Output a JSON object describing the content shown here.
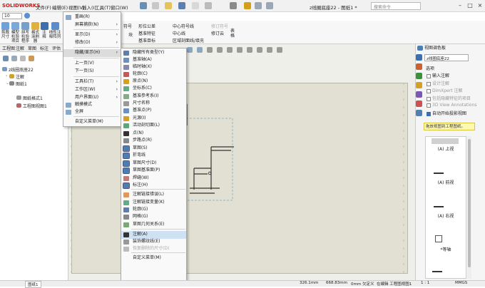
{
  "app": {
    "logo": "SOLIDWORKS",
    "title": "z线圈底座22 - 图纸1 *",
    "search_placeholder": "搜索命令",
    "zoom_value": "10"
  },
  "menubar": [
    "文件(F)",
    "编辑(E)",
    "视图(V)",
    "插入(I)",
    "工具(T)",
    "窗口(W)"
  ],
  "ribbon": {
    "left": [
      {
        "label": "剪裁\n尺寸"
      },
      {
        "label": "模型\n检验\n项目"
      },
      {
        "label": "拼写\n检验\n程序"
      },
      {
        "label": "格式\n涂刷\n器"
      },
      {
        "label": "注\n释"
      },
      {
        "label": "线性注\n释阵列"
      }
    ],
    "mid": [
      "形位公差",
      "基准特征",
      "基准目标"
    ],
    "mid2": [
      "中心符号线",
      "中心线",
      "区域剖面线/填充"
    ],
    "right": [
      "修订符号",
      "修订云"
    ],
    "table": "表\n格",
    "hidden_a": "符号",
    "hidden_b": "块"
  },
  "tabs": [
    "工程图",
    "注解",
    "草图",
    "标注",
    "评估"
  ],
  "tree": {
    "root": "z线圈底座22",
    "items": [
      "注解",
      "图纸1",
      "图纸格式1",
      "工程图视图1"
    ]
  },
  "menu1": {
    "items": [
      {
        "label": "重画(R)",
        "arrow": false
      },
      {
        "label": "屏幕捕获(N)",
        "arrow": true
      },
      {
        "label": "显示(D)",
        "arrow": true
      },
      {
        "label": "修改(O)",
        "arrow": true
      },
      {
        "label": "隐藏/显示(H)",
        "arrow": true
      },
      {
        "label": "上一页(V)",
        "arrow": false
      },
      {
        "label": "下一页(S)",
        "arrow": false
      },
      {
        "label": "工具栏(T)",
        "arrow": true
      },
      {
        "label": "工作区(W)",
        "arrow": true
      },
      {
        "label": "用户界面(U)",
        "arrow": true
      },
      {
        "label": "触摸模式",
        "arrow": false
      },
      {
        "label": "全屏",
        "arrow": false
      },
      {
        "label": "自定义菜单(M)",
        "arrow": false
      }
    ]
  },
  "menu2": {
    "items": [
      {
        "label": "隐藏所有类型(Y)",
        "check": false
      },
      {
        "label": "基准轴(A)",
        "check": false
      },
      {
        "label": "临时轴(X)",
        "check": false
      },
      {
        "label": "轮廓(C)",
        "check": false
      },
      {
        "label": "原点(N)",
        "check": false
      },
      {
        "label": "坐标系(C)",
        "check": false
      },
      {
        "label": "基准参考系(I)",
        "check": false
      },
      {
        "label": "尺寸名称",
        "check": false
      },
      {
        "label": "基准点(P)",
        "check": false
      },
      {
        "label": "光源(I)",
        "check": false
      },
      {
        "label": "活动剖切面(L)",
        "check": false
      },
      {
        "label": "点(N)",
        "check": false
      },
      {
        "label": "步路点(R)",
        "check": false
      },
      {
        "label": "草图(S)",
        "check": true
      },
      {
        "label": "折弯线",
        "check": true
      },
      {
        "label": "草图尺寸(D)",
        "check": true
      },
      {
        "label": "草图基准面(P)",
        "check": true
      },
      {
        "label": "焊缝(W)",
        "check": false
      },
      {
        "label": "标注(H)",
        "check": true
      },
      {
        "label": "注解链接错误(L)",
        "check": false
      },
      {
        "label": "注解链接变量(K)",
        "check": false
      },
      {
        "label": "轮廓(G)",
        "check": false
      },
      {
        "label": "网格(G)",
        "check": false
      },
      {
        "label": "草图几何关系(E)",
        "check": false
      },
      {
        "label": "注解(A)",
        "check": false
      },
      {
        "label": "装饰螺纹线(E)",
        "check": false
      },
      {
        "label": "恢复删除的尺寸(D)",
        "check": false
      },
      {
        "label": "自定义菜单(M)",
        "check": false
      }
    ]
  },
  "right_panel": {
    "title": "视图调色板",
    "dropdown": "z线圈底座22",
    "options_label": "选项",
    "checkboxes": [
      {
        "label": "输入注解",
        "checked": false
      },
      {
        "label": "设计注解",
        "checked": false
      },
      {
        "label": "DimXpert 注解",
        "checked": false
      },
      {
        "label": "包括隐藏特征的项目",
        "checked": false
      },
      {
        "label": "3D View Annotations",
        "checked": false
      },
      {
        "label": "自动开始投影视图",
        "checked": true
      }
    ],
    "tip": "拖放视图到工程图纸。",
    "views": [
      "(A) 上视",
      "(A) 前视",
      "(A) 右视",
      "*等轴"
    ]
  },
  "status": {
    "sheet_tab": "图纸1",
    "x": "326.1mm",
    "y": "668.83mm",
    "z": "0mm 欠定义",
    "state": "在编辑 工程图视图1",
    "scale": "1 : 1",
    "units": "MMGS"
  }
}
